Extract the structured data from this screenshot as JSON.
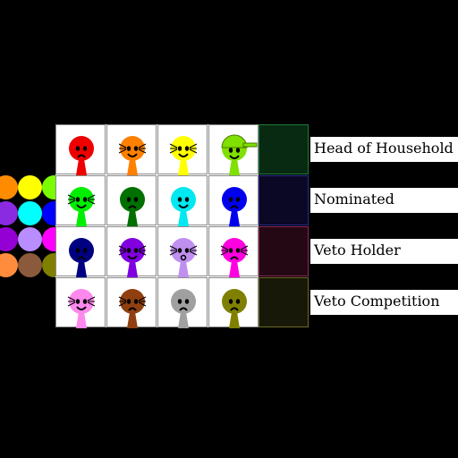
{
  "labels": {
    "hoh": "Head of Household",
    "nominated": "Nominated",
    "veto_holder": "Veto Holder",
    "veto_competition": "Veto Competition"
  },
  "colors": {
    "background": "#000000",
    "slot_hoh_fill": "#082a12",
    "slot_hoh_border": "#1e7a3a",
    "slot_nom_fill": "#0a0824",
    "slot_nom_border": "#2a2a8a",
    "slot_veto_fill": "#240814",
    "slot_veto_border": "#8a2a55",
    "slot_comp_fill": "#181808",
    "slot_comp_border": "#6a6a2a"
  },
  "palette": [
    {
      "name": "orange",
      "color": "#ff8c00"
    },
    {
      "name": "yellow",
      "color": "#ffff00"
    },
    {
      "name": "lime",
      "color": "#7cfc00"
    },
    {
      "name": "purple",
      "color": "#8a2be2"
    },
    {
      "name": "cyan",
      "color": "#00ffff"
    },
    {
      "name": "blue",
      "color": "#0000ff"
    },
    {
      "name": "purple",
      "color": "#9400d3"
    },
    {
      "name": "lavender",
      "color": "#b98cff"
    },
    {
      "name": "magenta",
      "color": "#ff00ff"
    },
    {
      "name": "pink",
      "color": "#ff8c3c"
    },
    {
      "name": "brown",
      "color": "#8b5a3c"
    },
    {
      "name": "olive",
      "color": "#808000"
    }
  ],
  "characters": [
    {
      "name": "red",
      "color": "#ee0000",
      "mouth": "frown",
      "whiskers": false,
      "cap": false
    },
    {
      "name": "orange",
      "color": "#ff8000",
      "mouth": "smile",
      "whiskers": true,
      "cap": false
    },
    {
      "name": "yellow",
      "color": "#ffff00",
      "mouth": "smile",
      "whiskers": true,
      "cap": false
    },
    {
      "name": "lime",
      "color": "#80e000",
      "mouth": "smile",
      "whiskers": false,
      "cap": true
    },
    {
      "name": "green",
      "color": "#00ee00",
      "mouth": "smile",
      "whiskers": true,
      "cap": false
    },
    {
      "name": "darkgreen",
      "color": "#007000",
      "mouth": "frown",
      "whiskers": false,
      "cap": false
    },
    {
      "name": "cyan",
      "color": "#00e8f0",
      "mouth": "smile",
      "whiskers": false,
      "cap": false
    },
    {
      "name": "blue",
      "color": "#0000ee",
      "mouth": "frown",
      "whiskers": false,
      "cap": false
    },
    {
      "name": "navy",
      "color": "#000080",
      "mouth": "frown",
      "whiskers": false,
      "cap": false
    },
    {
      "name": "purple",
      "color": "#8000e0",
      "mouth": "smile",
      "whiskers": true,
      "cap": false
    },
    {
      "name": "lavender",
      "color": "#c090f0",
      "mouth": "o",
      "whiskers": true,
      "cap": false
    },
    {
      "name": "magenta",
      "color": "#ff00e0",
      "mouth": "frown",
      "whiskers": true,
      "cap": false
    },
    {
      "name": "pink",
      "color": "#ff88ee",
      "mouth": "smile",
      "whiskers": true,
      "cap": false
    },
    {
      "name": "brown",
      "color": "#904010",
      "mouth": "frown",
      "whiskers": true,
      "cap": false
    },
    {
      "name": "gray",
      "color": "#a0a0a0",
      "mouth": "frown",
      "whiskers": false,
      "cap": false
    },
    {
      "name": "olive",
      "color": "#808000",
      "mouth": "frown",
      "whiskers": false,
      "cap": false
    }
  ]
}
